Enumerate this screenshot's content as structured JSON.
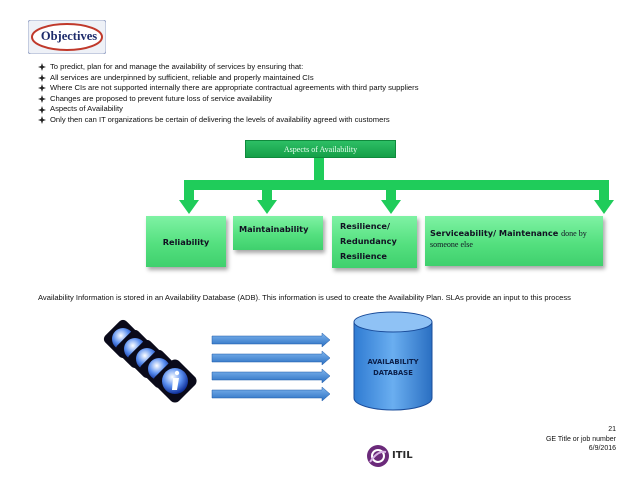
{
  "badge": {
    "label": "Objectives"
  },
  "bullets": [
    "To predict, plan for and manage the availability of services by ensuring that:",
    "All services are underpinned by sufficient, reliable and properly maintained CIs",
    "Where CIs are not supported internally there are appropriate contractual agreements with third party suppliers",
    "Changes are proposed to prevent future loss of service availability",
    "Aspects of Availability",
    "Only then can IT organizations be certain of delivering the levels of availability agreed with customers"
  ],
  "diagram": {
    "root": "Aspects of Availability",
    "children": [
      {
        "label": "Reliability"
      },
      {
        "label": "Maintainability"
      },
      {
        "label": "Resilience/ Redundancy Resilience",
        "lines": [
          "Resilience/",
          "Redundancy",
          "Resilience"
        ]
      },
      {
        "label": "Serviceability/ Maintenance",
        "suffix": "done by someone else"
      }
    ]
  },
  "info_text": "Availability Information is stored in an Availability Database (ADB). This information is used to create the Availability Plan. SLAs provide an input to this process",
  "database": {
    "line1": "AVAILABILITY",
    "line2": "DATABASE"
  },
  "logo": {
    "text": "ITIL"
  },
  "footer": {
    "page": "21",
    "title": "GE Title or job number",
    "date": "6/9/2016"
  },
  "colors": {
    "accent_green": "#1fb954",
    "arrow_blue": "#2f7fd0",
    "db_blue": "#3d8cdb"
  }
}
